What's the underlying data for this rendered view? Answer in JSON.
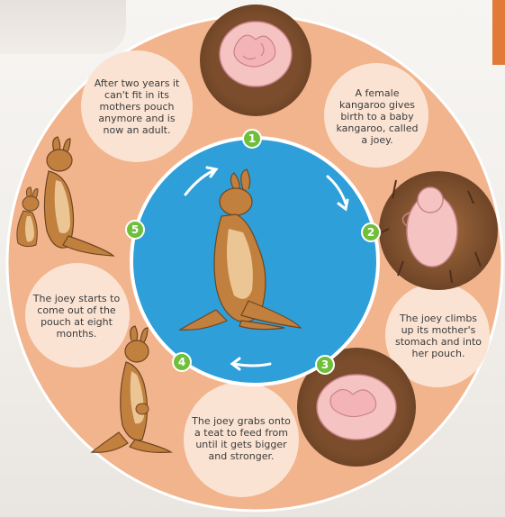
{
  "diagram": {
    "colors": {
      "ring": "#f2b48c",
      "center": "#2e9fd8",
      "nest": "#8a5a35",
      "joey": "#f6c3c3",
      "kangaroo": "#c1803e",
      "step_badge": "#6fbf3b"
    },
    "steps": [
      {
        "number": "1",
        "text": "A female kangaroo gives birth to a baby kangaroo, called a joey."
      },
      {
        "number": "2",
        "text": "The joey climbs up its mother's stomach and into her pouch."
      },
      {
        "number": "3",
        "text": "The joey grabs onto a teat to feed from until it gets bigger and stronger."
      },
      {
        "number": "4",
        "text": "The joey starts to come out of the pouch at eight months."
      },
      {
        "number": "5",
        "text": "After two years it can't fit in its mothers pouch anymore and is now an adult."
      }
    ]
  }
}
